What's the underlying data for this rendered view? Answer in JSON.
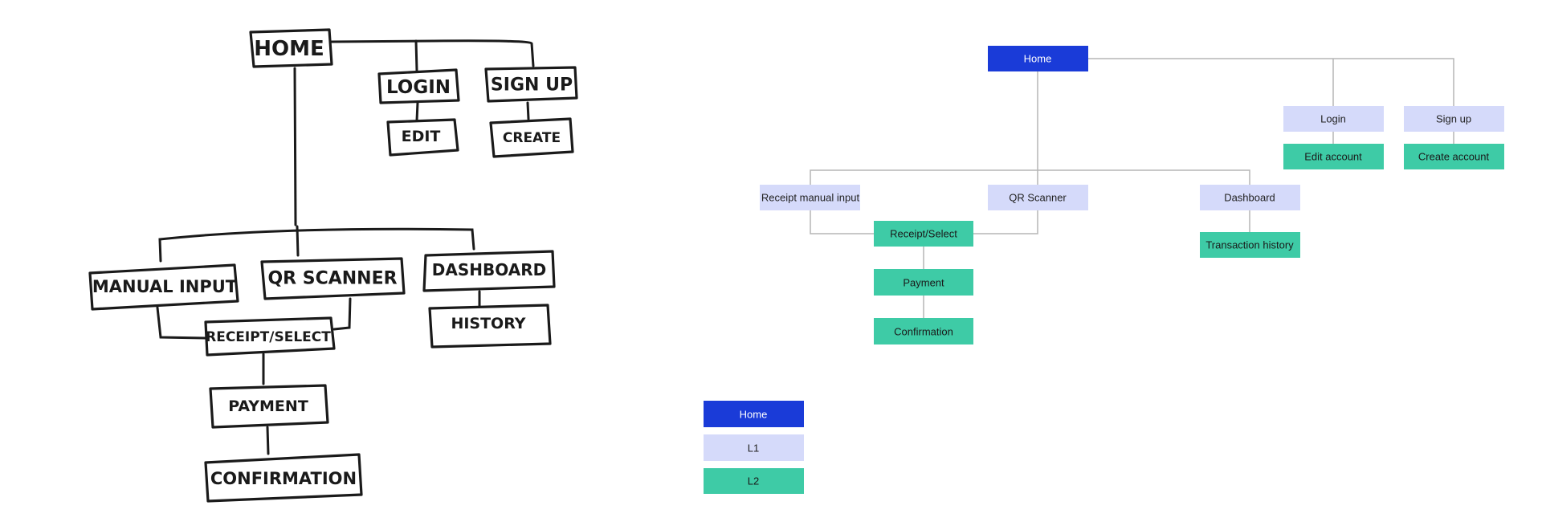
{
  "sketch": {
    "nodes": {
      "home": "HOME",
      "login": "LOGIN",
      "signup": "SIGN UP",
      "edit": "EDIT",
      "create": "CREATE",
      "manual_input": "MANUAL INPUT",
      "qr_scanner": "QR SCANNER",
      "dashboard": "DASHBOARD",
      "receipt_select": "RECEIPT/SELECT",
      "history": "HISTORY",
      "payment": "PAYMENT",
      "confirmation": "CONFIRMATION"
    }
  },
  "diagram": {
    "nodes": {
      "home": "Home",
      "login": "Login",
      "signup": "Sign up",
      "edit_account": "Edit account",
      "create_account": "Create account",
      "receipt_manual_input": "Receipt manual input",
      "qr_scanner": "QR Scanner",
      "dashboard": "Dashboard",
      "receipt_select": "Receipt/Select",
      "transaction_history": "Transaction history",
      "payment": "Payment",
      "confirmation": "Confirmation"
    }
  },
  "legend": {
    "items": [
      {
        "label": "Home",
        "color": "#1a3bd8"
      },
      {
        "label": "L1",
        "color": "#d5dafa"
      },
      {
        "label": "L2",
        "color": "#3ecba6"
      }
    ]
  },
  "colors": {
    "home": "#1a3bd8",
    "level1": "#d5dafa",
    "level2": "#3ecba6"
  }
}
